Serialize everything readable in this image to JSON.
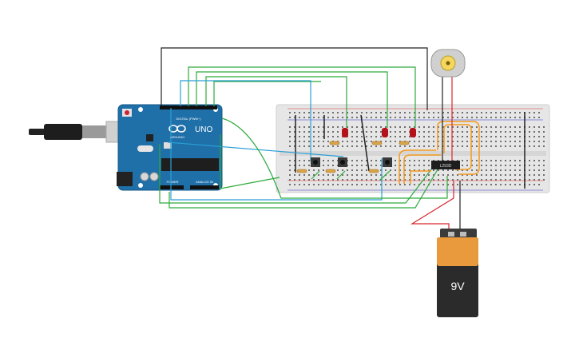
{
  "arduino": {
    "logo": "UNO",
    "brand": "ARDUINO",
    "digital_header": "DIGITAL (PWM~)",
    "power_header": "POWER",
    "analog_header": "ANALOG IN"
  },
  "driver_chip": {
    "label": "L293D"
  },
  "battery": {
    "label": "9V"
  },
  "colors": {
    "board_blue": "#1f6fa8",
    "breadboard": "#e6e6e6",
    "wire_green": "#2eaa3d",
    "wire_blue": "#2a9fd6",
    "wire_black": "#222222",
    "wire_red": "#d8262c",
    "wire_orange": "#f39a1e",
    "led_red": "#b3121b",
    "battery_orange": "#e89a3c",
    "battery_black": "#2b2b2b"
  },
  "icons": [
    "usb-cable-icon",
    "arduino-infinity-logo-icon",
    "dc-motor-icon",
    "led-icon",
    "pushbutton-icon",
    "resistor-icon"
  ]
}
